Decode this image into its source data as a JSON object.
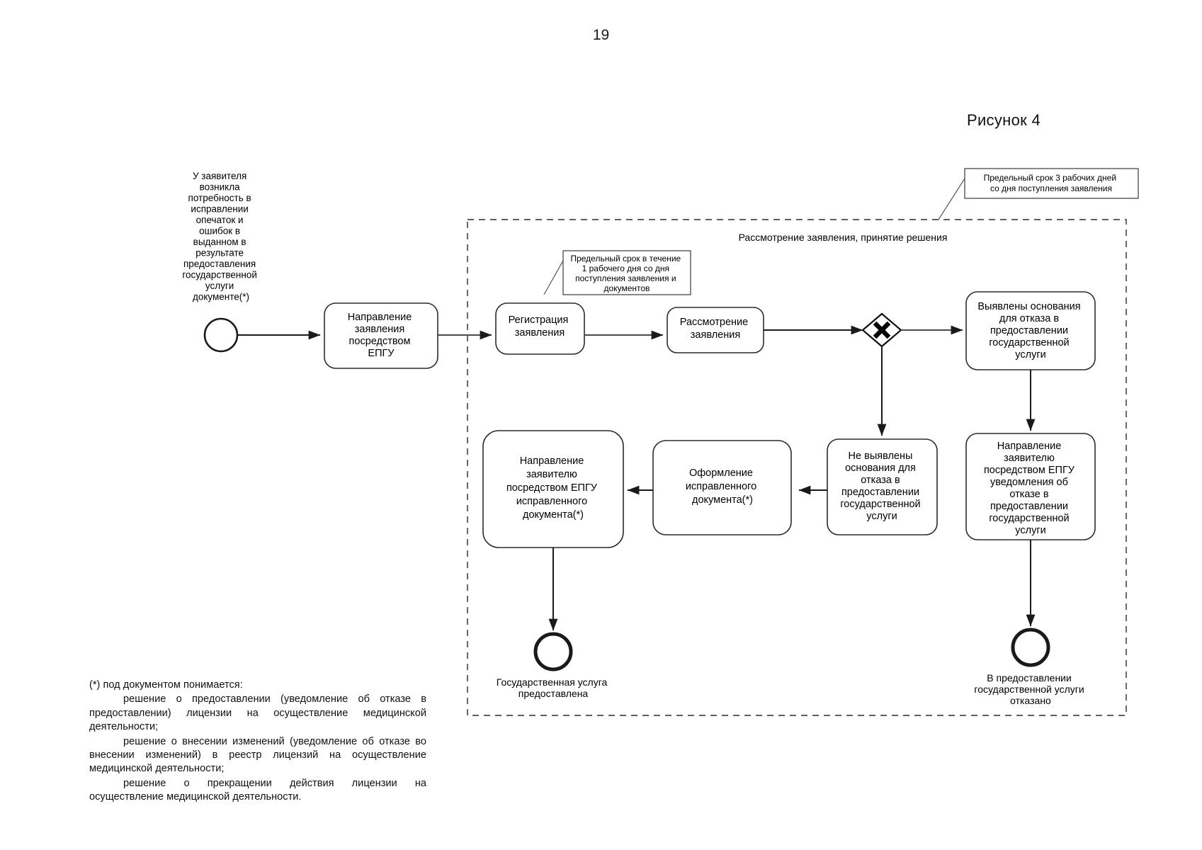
{
  "page": {
    "number": "19",
    "figure_caption": "Рисунок 4"
  },
  "diagram": {
    "pool_title": "Рассмотрение заявления, принятие решения",
    "start_event": {
      "name": "start-event",
      "label_lines": [
        "У заявителя",
        "возникла",
        "потребность в",
        "исправлении",
        "опечаток и",
        "ошибок в",
        "выданном в",
        "результате",
        "предоставления",
        "государственной",
        "услуги",
        "документе(*)"
      ]
    },
    "annotations": [
      {
        "name": "annotation-deadline-3-days",
        "lines": [
          "Предельный срок 3 рабочих дней",
          "со дня  поступления заявления"
        ]
      },
      {
        "name": "annotation-deadline-1-day",
        "lines": [
          "Предельный срок в течение",
          "1 рабочего дня со дня",
          "поступления заявления и",
          "документов"
        ]
      }
    ],
    "tasks": [
      {
        "name": "task-send-application-epgu",
        "lines": [
          "Направление",
          "заявления",
          "посредством",
          "ЕПГУ"
        ]
      },
      {
        "name": "task-register-application",
        "lines": [
          "Регистрация",
          "заявления"
        ]
      },
      {
        "name": "task-review-application",
        "lines": [
          "Рассмотрение",
          "заявления"
        ]
      },
      {
        "name": "task-refusal-grounds-found",
        "lines": [
          "Выявлены основания",
          "для отказа в",
          "предоставлении",
          "государственной",
          "услуги"
        ]
      },
      {
        "name": "task-refusal-grounds-not-found",
        "lines": [
          "Не выявлены",
          "основания для",
          "отказа в",
          "предоставлении",
          "государственной",
          "услуги"
        ]
      },
      {
        "name": "task-send-refusal-notice-epgu",
        "lines": [
          "Направление",
          "заявителю",
          "посредством ЕПГУ",
          "уведомления об",
          "отказе в",
          "предоставлении",
          "государственной",
          "услуги"
        ]
      },
      {
        "name": "task-prepare-corrected-document",
        "lines": [
          "Оформление",
          "исправленного",
          "документа(*)"
        ]
      },
      {
        "name": "task-send-corrected-document-epgu",
        "lines": [
          "Направление",
          "заявителю",
          "посредством ЕПГУ",
          "исправленного",
          "документа(*)"
        ]
      }
    ],
    "gateway": {
      "name": "exclusive-gateway",
      "type": "exclusive",
      "symbol": "X"
    },
    "end_events": [
      {
        "name": "end-event-service-provided",
        "lines": [
          "Государственная услуга",
          "предоставлена"
        ]
      },
      {
        "name": "end-event-service-refused",
        "lines": [
          "В предоставлении",
          "государственной услуги",
          "отказано"
        ]
      }
    ]
  },
  "footnote": {
    "head": "(*) под документом понимается:",
    "paragraphs": [
      "решение о предоставлении (уведомление об отказе в предоставлении) лицензии на осуществление медицинской деятельности;",
      "решение о внесении изменений (уведомление об отказе во внесении изменений) в реестр лицензий на осуществление медицинской деятельности;",
      "решение о прекращении действия лицензии на осуществление медицинской деятельности."
    ]
  }
}
